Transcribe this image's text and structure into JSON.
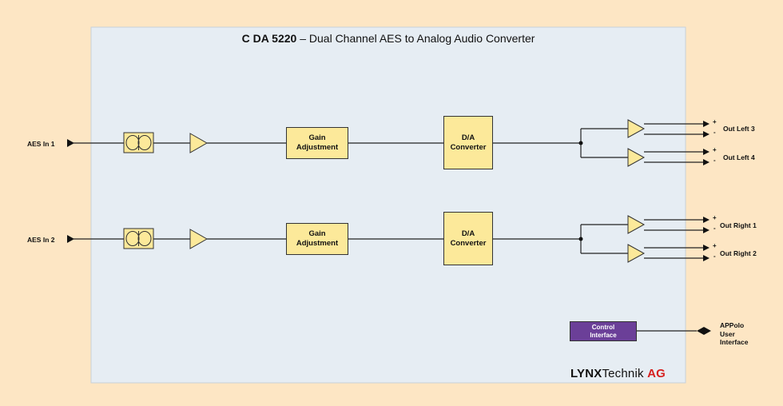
{
  "title": {
    "bold": "C DA 5220",
    "rest": " – Dual Channel AES to Analog Audio Converter"
  },
  "inputs": [
    "AES In 1",
    "AES In 2"
  ],
  "blocks": {
    "gain": "Gain\nAdjustment",
    "da": "D/A\nConverter",
    "control": "Control\nInterface"
  },
  "outputs": {
    "left_3": "Out Left 3",
    "left_4": "Out Left 4",
    "right_1": "Out Right 1",
    "right_2": "Out Right 2"
  },
  "polarity": {
    "plus": "+",
    "minus": "-"
  },
  "user_interface": "APPolo\nUser\nInterface",
  "logo": {
    "lynx": "LYNX",
    "technik": "Technik ",
    "ag": "AG"
  },
  "colors": {
    "background": "#fde6c4",
    "panel": "#e6edf3",
    "block_fill": "#fce99a",
    "control_fill": "#6b3f98",
    "logo_accent": "#d6201f"
  }
}
